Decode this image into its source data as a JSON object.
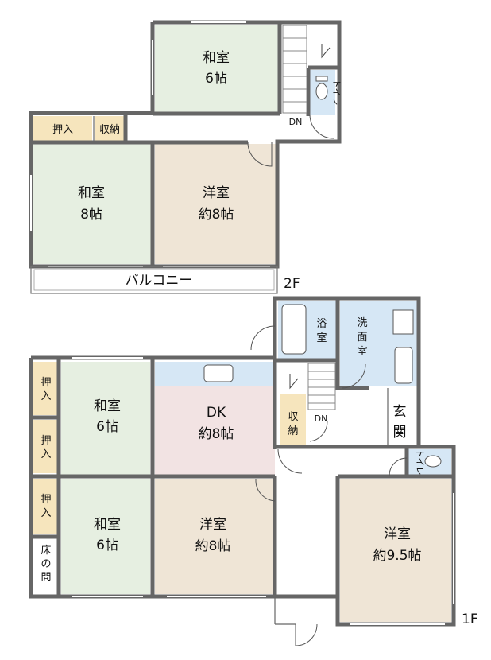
{
  "floors": {
    "second_label": "2F",
    "first_label": "1F"
  },
  "second_floor": {
    "washitsu_6": {
      "line1": "和室",
      "line2": "6帖"
    },
    "washitsu_8": {
      "line1": "和室",
      "line2": "8帖"
    },
    "youshitsu_8": {
      "line1": "洋室",
      "line2": "約8帖"
    },
    "oshiire": "押入",
    "shuunou": "収納",
    "toilet": "トイレ",
    "stairs_dn": "DN",
    "balcony": "バルコニー"
  },
  "first_floor": {
    "oshiire_1": {
      "line1": "押",
      "line2": "入"
    },
    "oshiire_2": {
      "line1": "押",
      "line2": "入"
    },
    "oshiire_3": {
      "line1": "押",
      "line2": "入"
    },
    "tokonoma": {
      "line1": "床",
      "line2": "の",
      "line3": "間"
    },
    "washitsu_upper": {
      "line1": "和室",
      "line2": "6帖"
    },
    "washitsu_lower": {
      "line1": "和室",
      "line2": "6帖"
    },
    "dk": {
      "line1": "DK",
      "line2": "約8帖"
    },
    "youshitsu_8": {
      "line1": "洋室",
      "line2": "約8帖"
    },
    "youshitsu_95": {
      "line1": "洋室",
      "line2": "約9.5帖"
    },
    "bath": {
      "line1": "浴",
      "line2": "室"
    },
    "washroom": {
      "line1": "洗",
      "line2": "面",
      "line3": "室"
    },
    "genkan": {
      "line1": "玄",
      "line2": "関"
    },
    "shuunou": {
      "line1": "収",
      "line2": "納"
    },
    "toilet": "トイレ",
    "stairs_dn": "DN"
  },
  "colors": {
    "washitsu_green": "#e6efe1",
    "youshitsu_tan": "#efe5d6",
    "dk_pink": "#f2e3e3",
    "closet_yellow": "#f6e5bd",
    "water_blue": "#d6e7f5",
    "wall_gray": "#666666"
  }
}
